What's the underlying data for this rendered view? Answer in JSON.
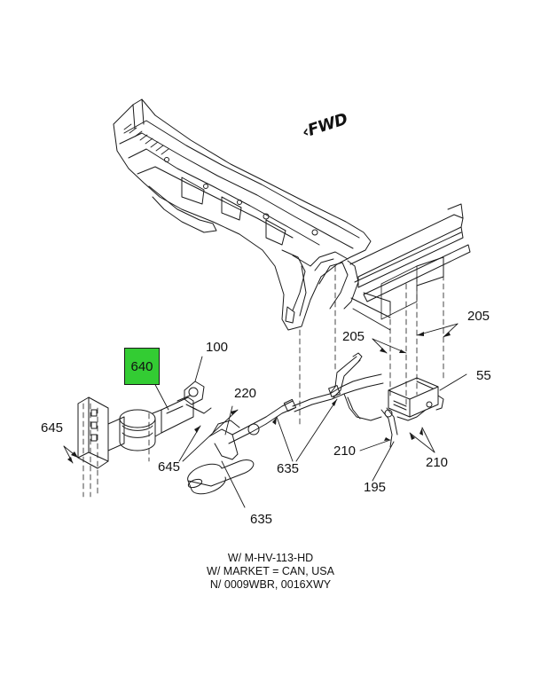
{
  "orientation": {
    "label": "FWD",
    "icon": "direction-arrow-icon"
  },
  "callouts": {
    "c640": "640",
    "c100": "100",
    "c645_left": "645",
    "c645_mid": "645",
    "c220": "220",
    "c635_mid": "635",
    "c635_low": "635",
    "c205_left": "205",
    "c205_right": "205",
    "c55": "55",
    "c210_left": "210",
    "c210_right": "210",
    "c195": "195"
  },
  "highlighted_callout": "640",
  "colors": {
    "highlight": "#33cc33",
    "linework": "#1a1a1a"
  },
  "notes": [
    "W/ M-HV-113-HD",
    "W/ MARKET = CAN, USA",
    "N/ 0009WBR, 0016XWY"
  ]
}
